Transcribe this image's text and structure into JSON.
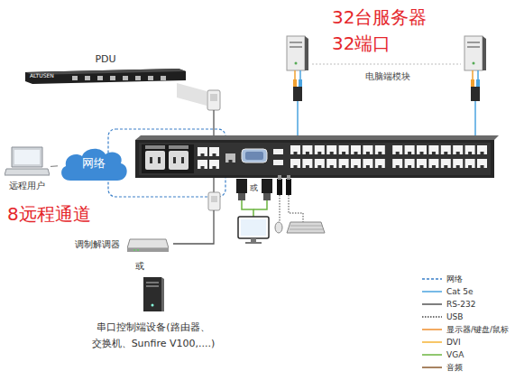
{
  "diagram": {
    "nodes": [
      {
        "text": [
          "PDU"
        ]
      },
      {
        "text": [
          "远程用户"
        ]
      },
      {
        "text": [
          "网络"
        ]
      },
      {
        "text": [
          "调制解调器"
        ]
      },
      {
        "text": [
          "串口控制端设备(路由器、 交换机、Sunfire V100,....)"
        ]
      }
    ],
    "edges": [
      {
        "from": 1,
        "to": 2,
        "arrow": "none"
      }
    ],
    "labels": [
      "32台服务器",
      "32端口",
      "电脑端模块",
      "ALTUSEN",
      "8远程通道",
      "或",
      "或"
    ],
    "legend": [
      {
        "text": "网络"
      },
      {
        "text": "Cat 5e"
      },
      {
        "text": "RS-232"
      },
      {
        "text": "USB"
      },
      {
        "text": "显示器/键盘/鼠标"
      },
      {
        "text": "DVI"
      },
      {
        "text": "VGA"
      },
      {
        "text": "音频"
      }
    ]
  }
}
